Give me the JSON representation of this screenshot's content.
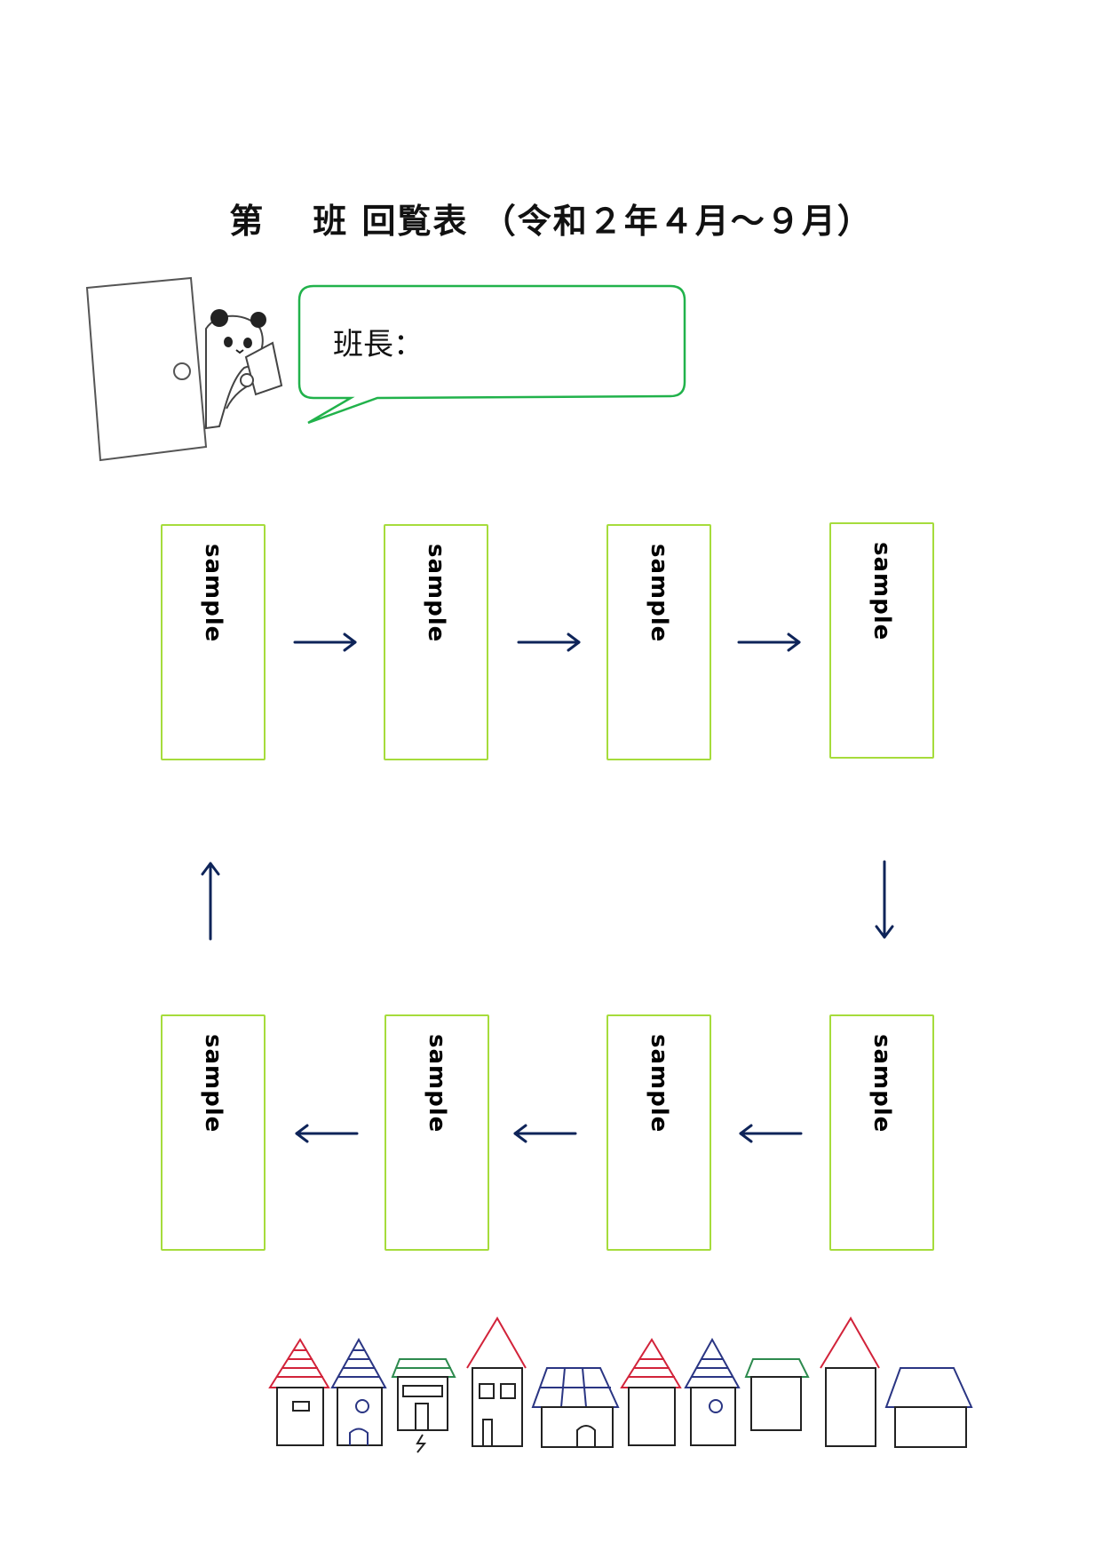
{
  "header": {
    "title_prefix": "第",
    "title_main": "班 回覧表 （令和２年４月〜９月）"
  },
  "leader": {
    "label": "班長："
  },
  "route": {
    "top_row": [
      {
        "label": "sample"
      },
      {
        "label": "sample"
      },
      {
        "label": "sample"
      },
      {
        "label": "sample"
      }
    ],
    "bottom_row": [
      {
        "label": "sample"
      },
      {
        "label": "sample"
      },
      {
        "label": "sample"
      },
      {
        "label": "sample"
      }
    ]
  },
  "colors": {
    "box_border": "#a6dc3c",
    "arrow": "#0e2459",
    "bubble_border": "#21b24b"
  }
}
